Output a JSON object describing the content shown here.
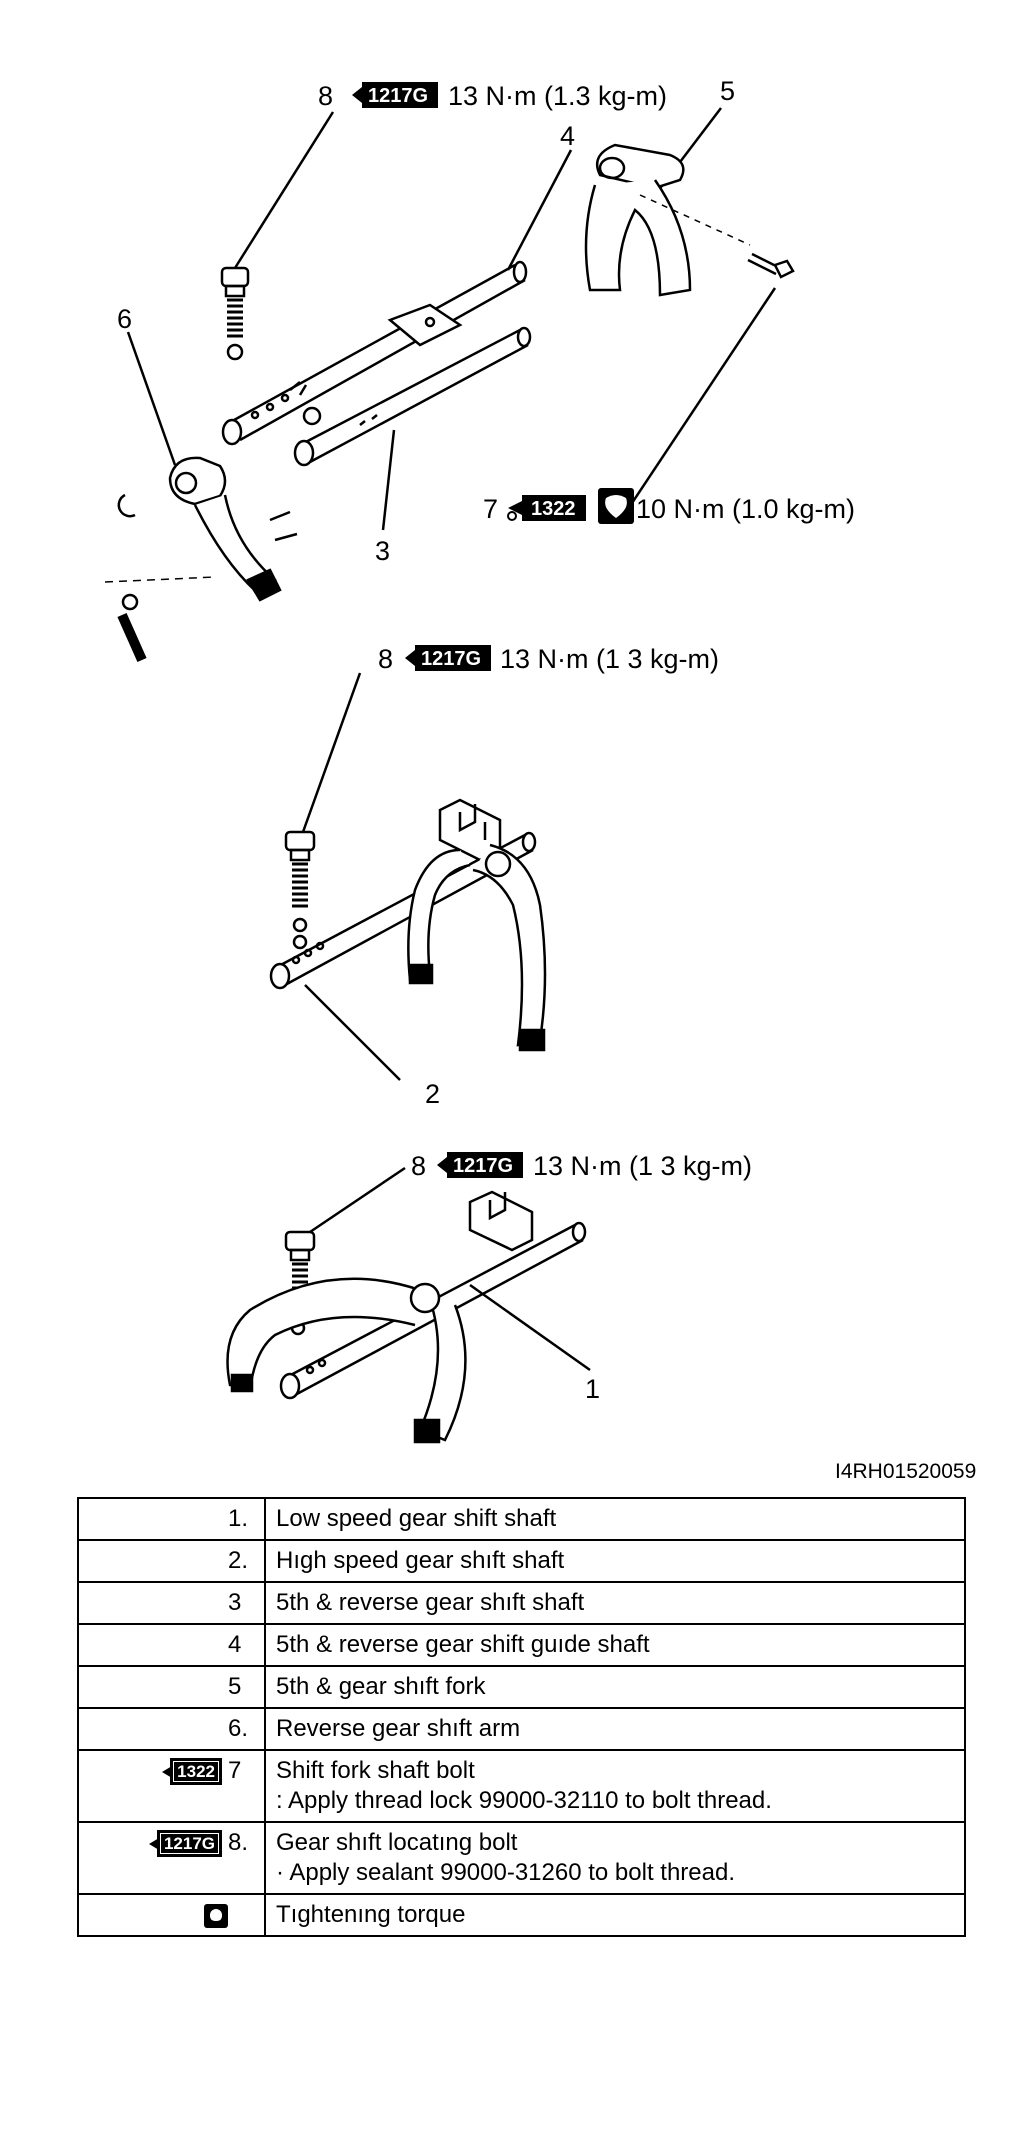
{
  "callouts": {
    "c8a_num": "8",
    "c8a_badge": "1217G",
    "c8a_torque": "13 N·m (1.3 kg-m)",
    "c5": "5",
    "c4": "4",
    "c6": "6",
    "c3": "3",
    "c7_num": "7",
    "c7_badge": "1322",
    "c7_torque": "10 N·m (1.0 kg-m)",
    "c8b_num": "8",
    "c8b_badge": "1217G",
    "c8b_torque": "13 N·m (1 3 kg-m)",
    "c2": "2",
    "c8c_num": "8",
    "c8c_badge": "1217G",
    "c8c_torque": "13 N·m (1 3 kg-m)",
    "c1": "1"
  },
  "figure_code": "I4RH01520059",
  "legend": [
    {
      "key": "1.",
      "text": "Low speed gear shift shaft"
    },
    {
      "key": "2.",
      "text": "Hıgh speed gear shıft shaft"
    },
    {
      "key": "3",
      "text": "5th & reverse gear shıft shaft"
    },
    {
      "key": "4",
      "text": "5th & reverse gear shift guıde shaft"
    },
    {
      "key": "5",
      "text": "5th & gear shıft fork"
    },
    {
      "key": "6.",
      "text": "Reverse gear shıft arm"
    },
    {
      "key": "7",
      "badge": "1322",
      "text": "Shift fork shaft bolt",
      "note": ": Apply thread lock 99000-32110 to bolt thread."
    },
    {
      "key": "8.",
      "badge": "1217G",
      "text": "Gear shıft locatıng bolt",
      "note": "· Apply sealant 99000-31260 to bolt thread."
    },
    {
      "key": "",
      "icon": "torque-icon",
      "text": "Tıghtenıng torque"
    }
  ]
}
